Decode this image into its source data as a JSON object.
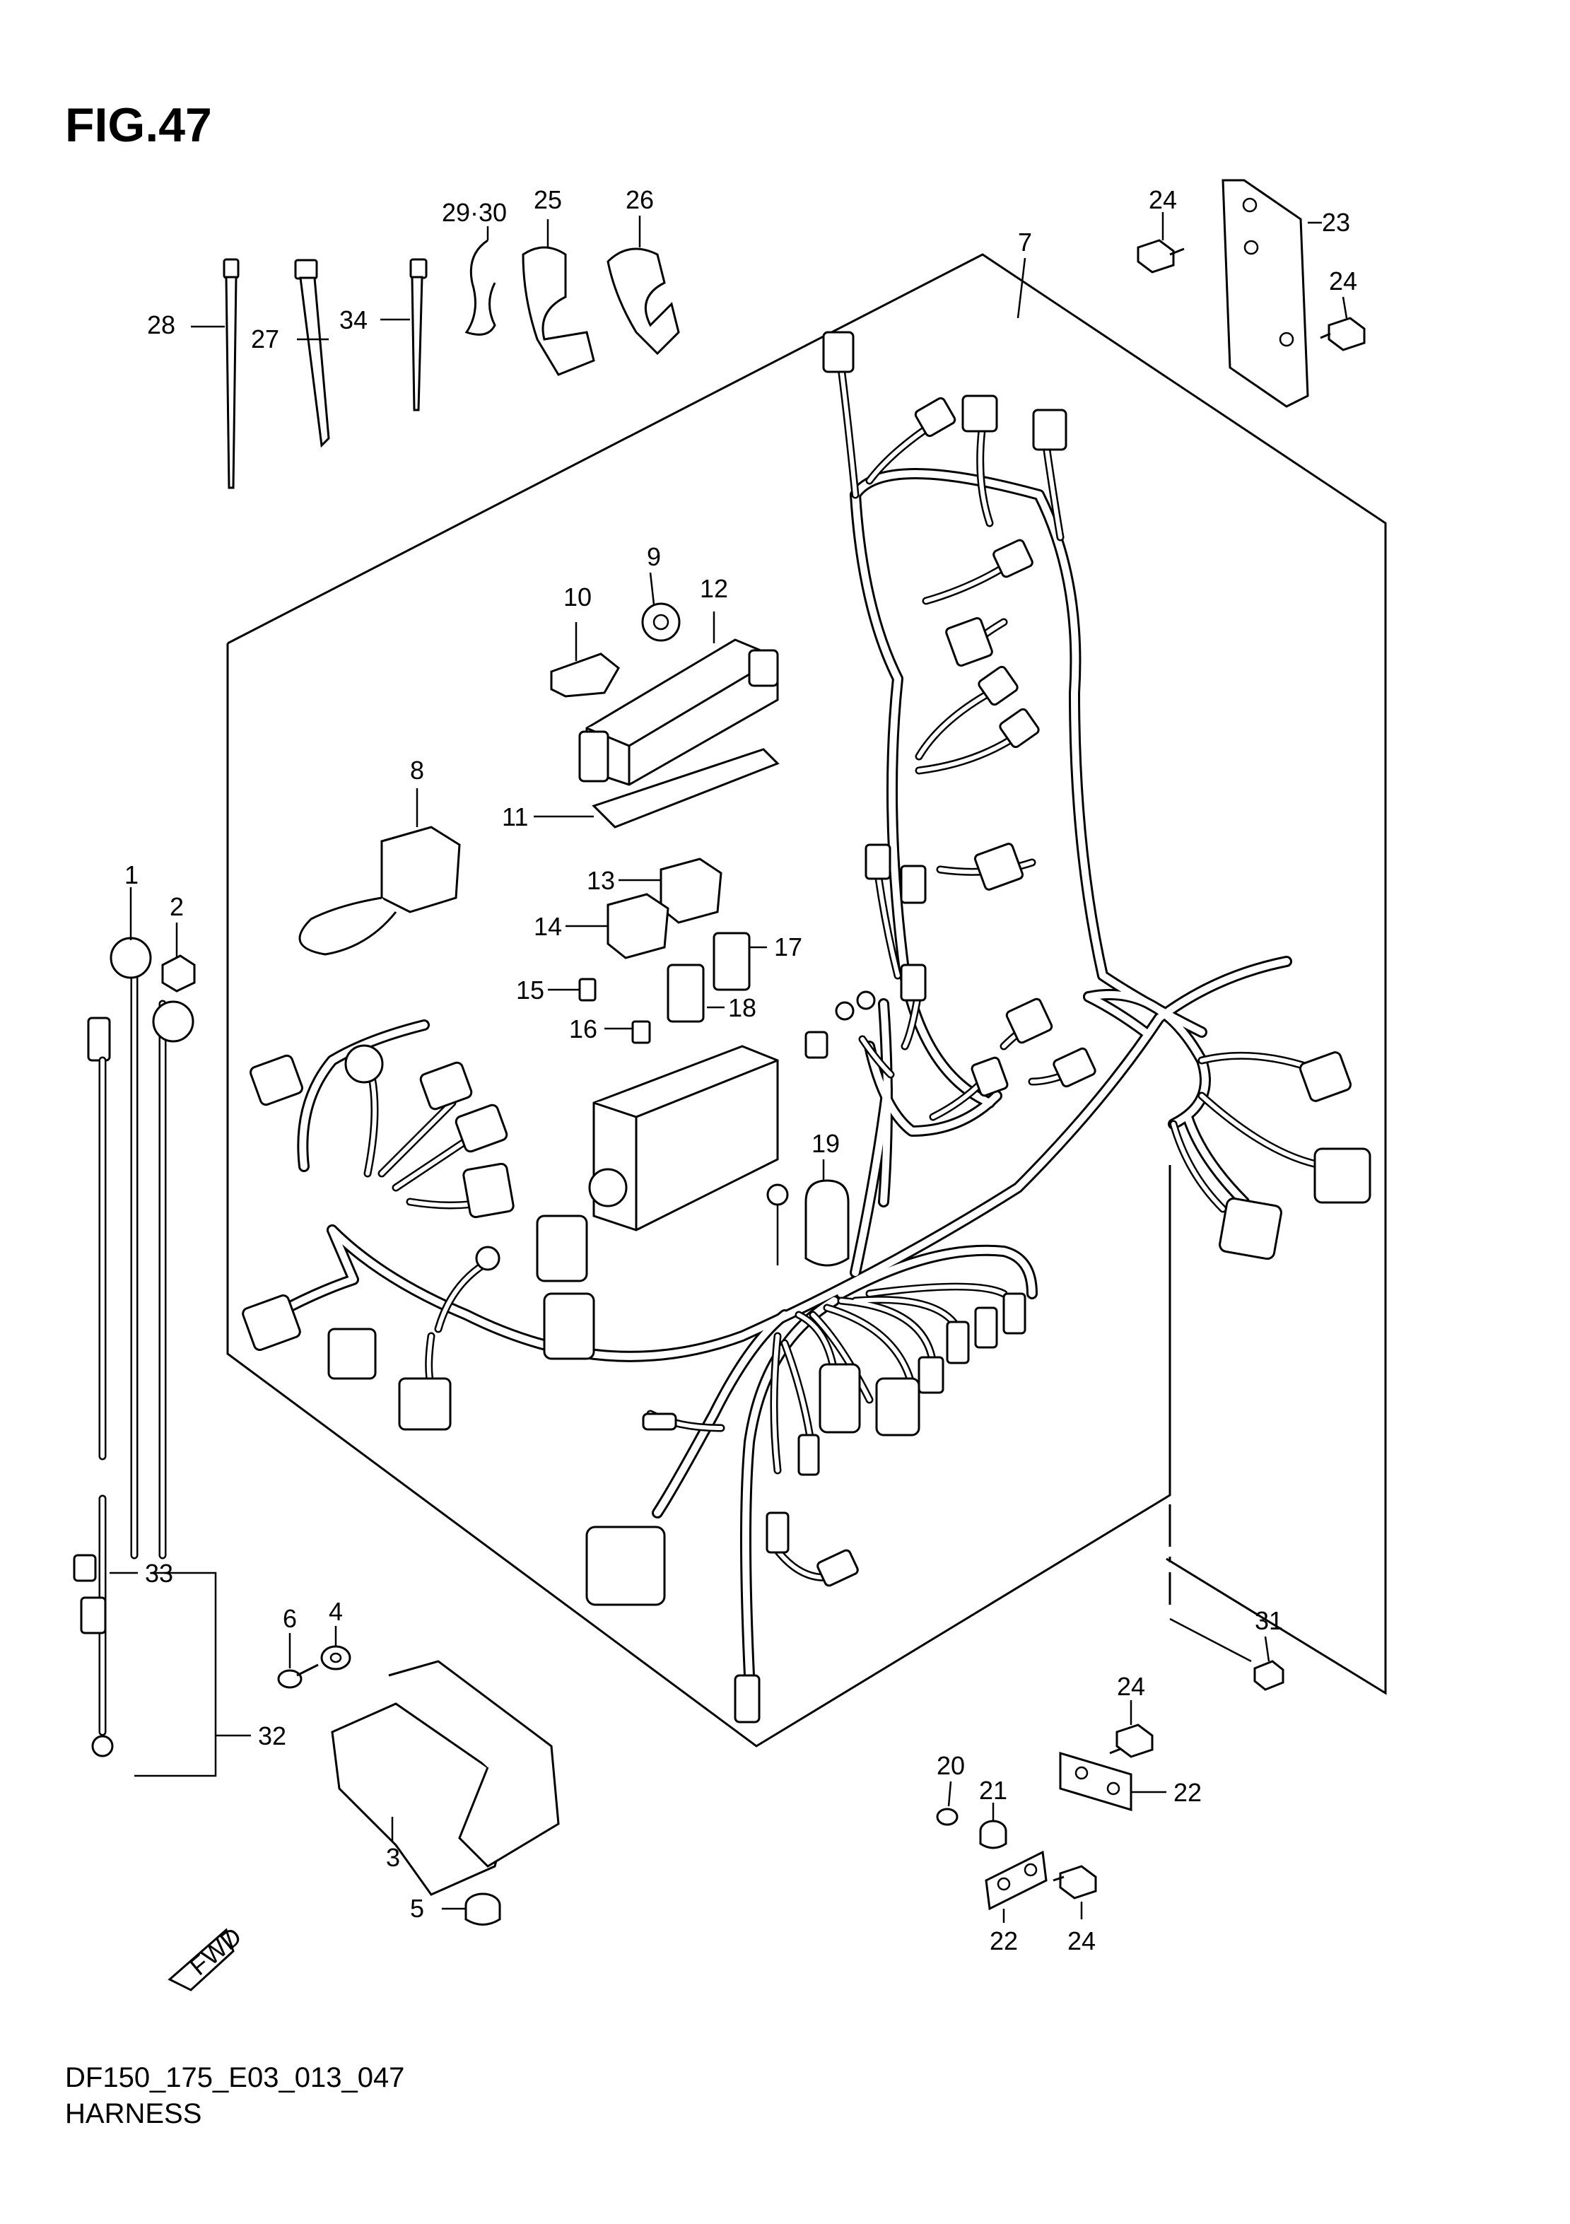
{
  "figure": {
    "title": "FIG.47",
    "code": "DF150_175_E03_013_047",
    "name": "HARNESS",
    "fwd_label": "FWD"
  },
  "callouts": {
    "c1": "1",
    "c2": "2",
    "c3": "3",
    "c4": "4",
    "c5": "5",
    "c6": "6",
    "c7": "7",
    "c8": "8",
    "c9": "9",
    "c10": "10",
    "c11": "11",
    "c12": "12",
    "c13": "13",
    "c14": "14",
    "c15": "15",
    "c16": "16",
    "c17": "17",
    "c18": "18",
    "c19": "19",
    "c20": "20",
    "c21": "21",
    "c22a": "22",
    "c22b": "22",
    "c23": "23",
    "c24a": "24",
    "c24b": "24",
    "c24c": "24",
    "c24d": "24",
    "c25": "25",
    "c26": "26",
    "c27": "27",
    "c28": "28",
    "c29_30": "29·30",
    "c31": "31",
    "c32": "32",
    "c33": "33",
    "c34": "34"
  }
}
